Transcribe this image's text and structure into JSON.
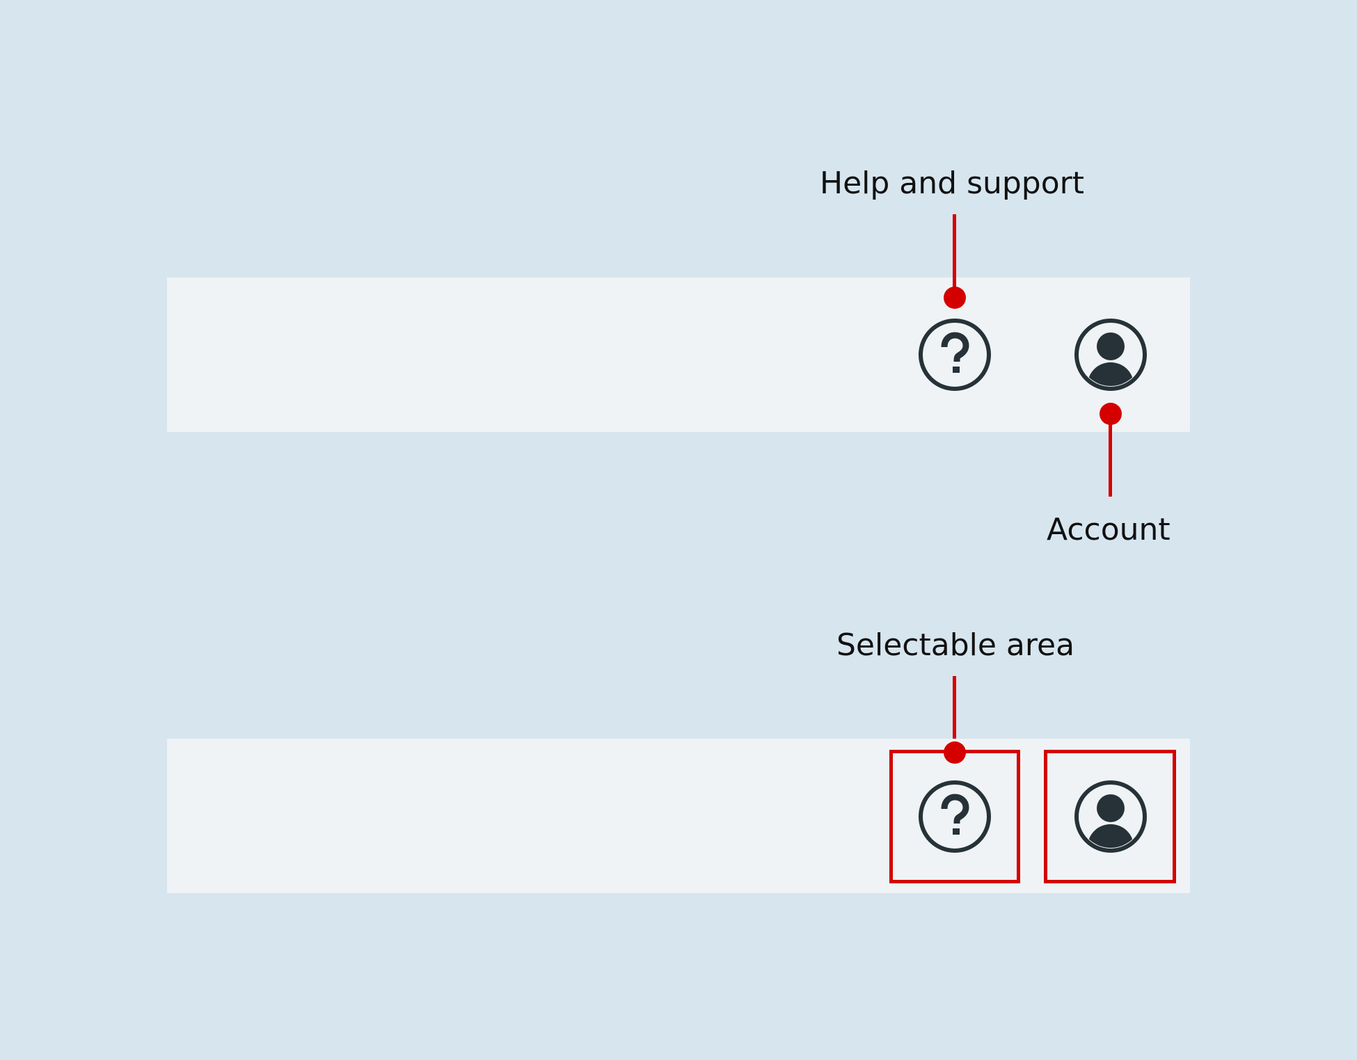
{
  "callouts": {
    "help": "Help and support",
    "account": "Account",
    "selectable": "Selectable area"
  },
  "icons": {
    "help": "question-circle-icon",
    "account": "user-circle-icon"
  },
  "colors": {
    "background": "#d7e5ee",
    "bar": "#eff3f5",
    "accent": "#d40000",
    "icon": "#263238"
  }
}
